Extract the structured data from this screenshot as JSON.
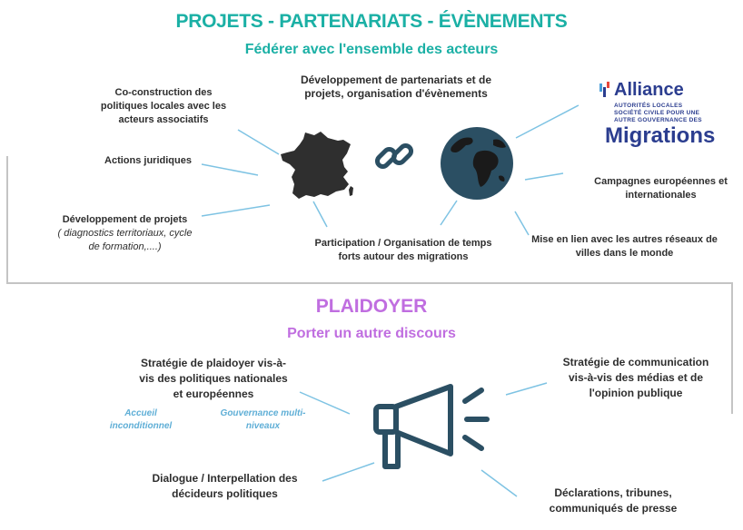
{
  "section1": {
    "title": "PROJETS - PARTENARIATS - ÉVÈNEMENTS",
    "subtitle": "Fédérer avec l'ensemble des acteurs",
    "center_label_line1": "Développement de partenariats et de",
    "center_label_line2": "projets, organisation d'évènements",
    "items": {
      "co_construction_l1": "Co-construction des",
      "co_construction_l2": "politiques locales avec les",
      "co_construction_l3": "acteurs associatifs",
      "actions_juridiques": "Actions juridiques",
      "dev_projets_l1": "Développement de projets",
      "dev_projets_l2": "( diagnostics territoriaux, cycle",
      "dev_projets_l3": "de formation,....)",
      "participation_l1": "Participation / Organisation de temps",
      "participation_l2": "forts autour des migrations",
      "mise_en_lien_l1": "Mise en lien avec les autres réseaux de",
      "mise_en_lien_l2": "villes dans le monde",
      "campagnes_l1": "Campagnes européennes et",
      "campagnes_l2": "internationales"
    },
    "logo": {
      "name": "Alliance",
      "line1": "AUTORITÉS LOCALES",
      "line2": "SOCIÉTÉ CIVILE POUR UNE",
      "line3": "AUTRE GOUVERNANCE DES",
      "line4": "Migrations"
    },
    "icons": [
      "france-map-icon",
      "chain-link-icon",
      "globe-icon"
    ]
  },
  "section2": {
    "title": "PLAIDOYER",
    "subtitle": "Porter un autre discours",
    "items": {
      "strategie_plaidoyer_l1": "Stratégie de plaidoyer vis-à-",
      "strategie_plaidoyer_l2": "vis des politiques nationales",
      "strategie_plaidoyer_l3": "et européennes",
      "tag_accueil_l1": "Accueil",
      "tag_accueil_l2": "inconditionnel",
      "tag_gouvernance_l1": "Gouvernance multi-",
      "tag_gouvernance_l2": "niveaux",
      "strategie_comm_l1": "Stratégie de communication",
      "strategie_comm_l2": "vis-à-vis des médias et de",
      "strategie_comm_l3": "l'opinion publique",
      "dialogue_l1": "Dialogue / Interpellation des",
      "dialogue_l2": "décideurs politiques",
      "declarations_l1": "Déclarations, tribunes,",
      "declarations_l2": "communiqués de presse"
    },
    "icons": [
      "megaphone-icon"
    ]
  },
  "colors": {
    "teal": "#1bb0a5",
    "purple": "#c06ee0",
    "connector": "#7ec3e3",
    "frame": "#bdbdbd",
    "navy": "#2b3d8f",
    "globe": "#2b4f63"
  }
}
